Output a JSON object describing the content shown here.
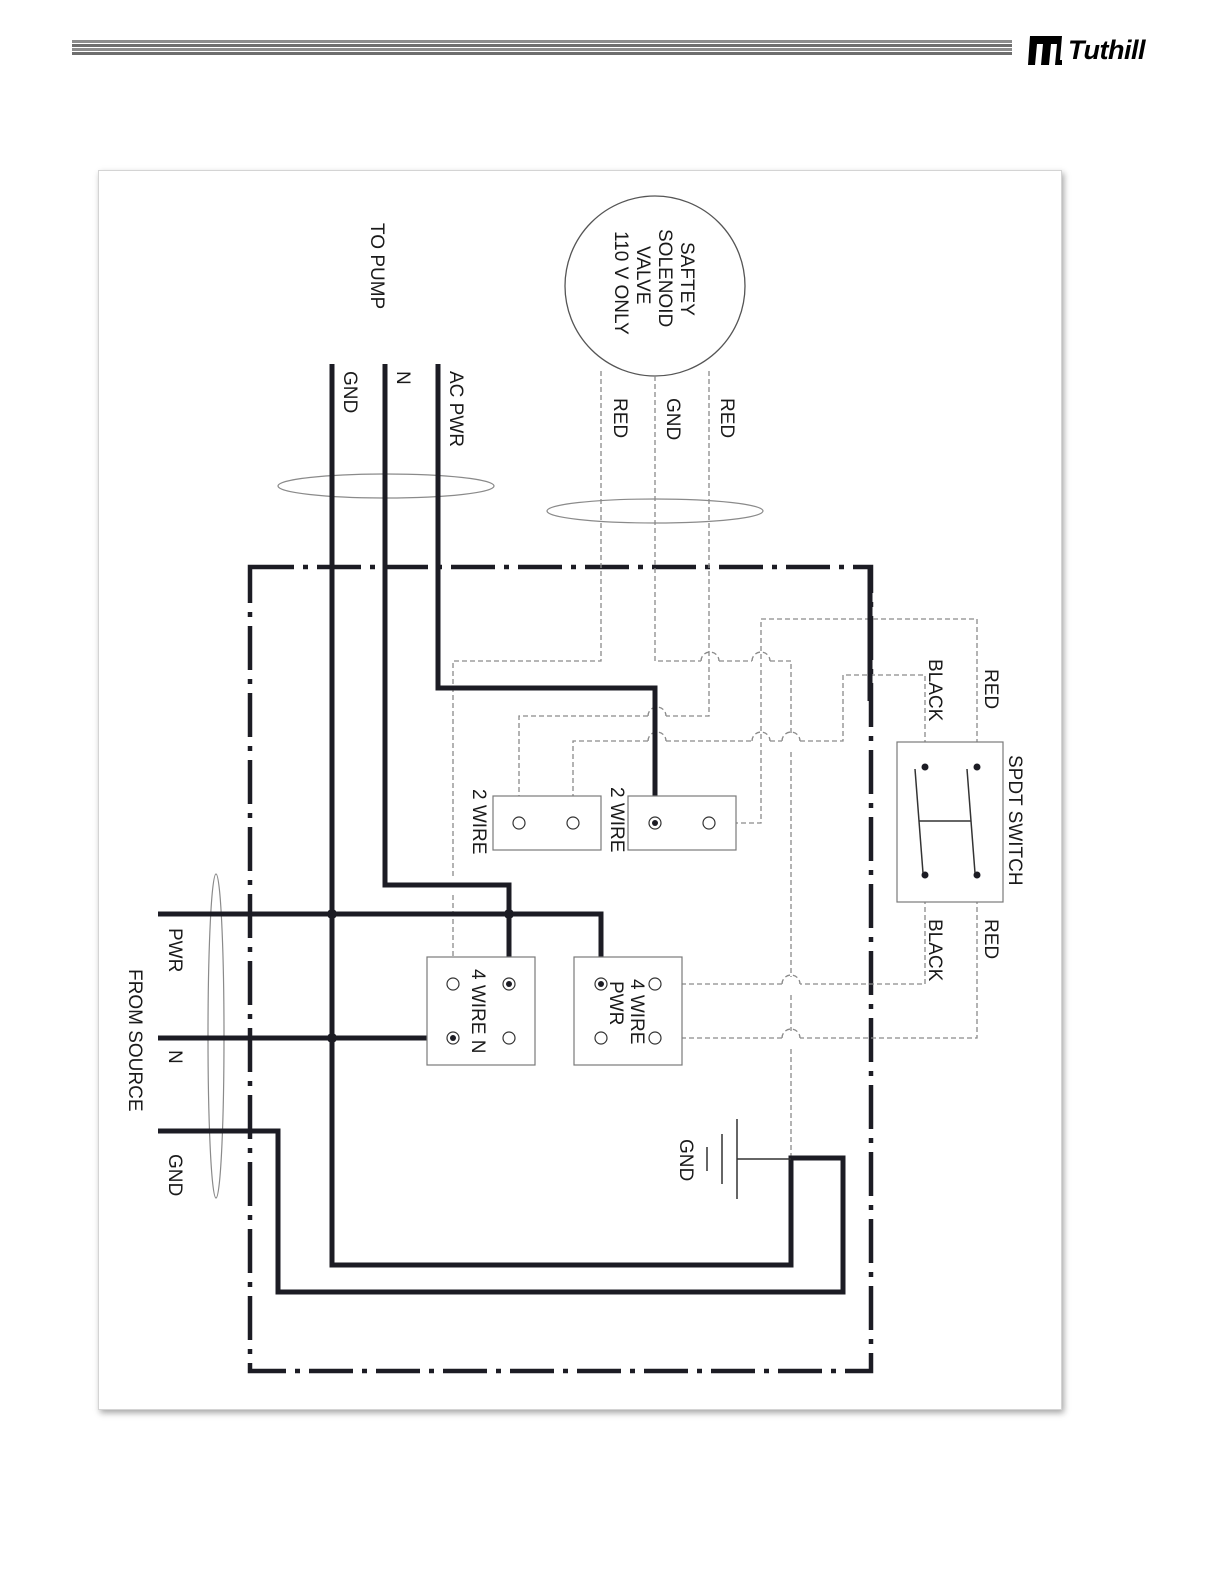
{
  "header": {
    "brand": "Tuthill",
    "logo_icon": "tuthill-logo-icon"
  },
  "diagram": {
    "solenoid": [
      "SAFTEY",
      "SOLENOID",
      "VALVE",
      "110 V ONLY"
    ],
    "solenoid_wires": {
      "red_1": "RED",
      "gnd": "GND",
      "red_2": "RED"
    },
    "to_pump": "TO PUMP",
    "pump_wires": {
      "ac_pwr": "AC PWR",
      "n": "N",
      "gnd": "GND"
    },
    "switch": {
      "title": "SPDT SWITCH",
      "top_red": "RED",
      "top_black": "BLACK",
      "bottom_red": "RED",
      "bottom_black": "BLACK"
    },
    "terminals": {
      "two_wire_a": "2 WIRE",
      "two_wire_b": "2 WIRE",
      "four_wire_n": "4 WIRE N",
      "four_wire_pwr_1": "4 WIRE",
      "four_wire_pwr_2": "PWR"
    },
    "ground_label": "GND",
    "from_source": "FROM SOURCE",
    "source_wires": {
      "pwr": "PWR",
      "n": "N",
      "gnd": "GND"
    }
  }
}
